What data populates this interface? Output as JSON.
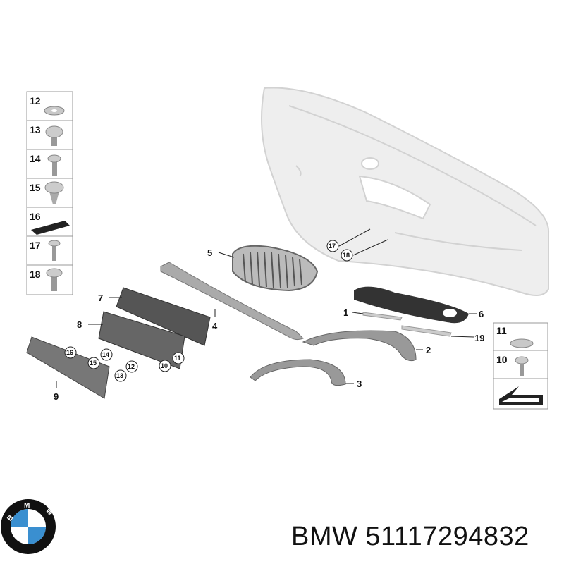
{
  "caption": "BMW 51117294832",
  "logo": {
    "letters": "BMW",
    "colors": {
      "ring": "#111111",
      "blue": "#3a8fd0",
      "white": "#ffffff"
    }
  },
  "legend_left": [
    "12",
    "13",
    "14",
    "15",
    "16",
    "17",
    "18"
  ],
  "legend_right": [
    "11",
    "10"
  ],
  "callouts": {
    "c1": "1",
    "c2": "2",
    "c3": "3",
    "c4": "4",
    "c5": "5",
    "c6": "6",
    "c7": "7",
    "c8": "8",
    "c9": "9",
    "c19": "19"
  },
  "circled": {
    "a17": "17",
    "a18": "18",
    "a16": "16",
    "a14": "14",
    "a15": "15",
    "a13": "13",
    "a12": "12",
    "a10": "10",
    "a11": "11"
  }
}
